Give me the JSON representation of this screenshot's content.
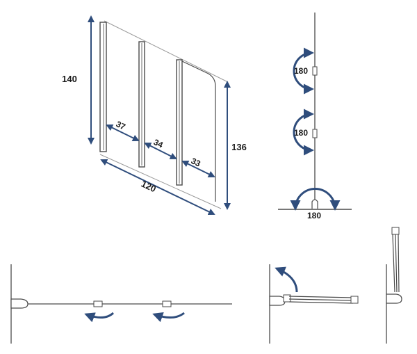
{
  "colors": {
    "dimension": "#2f4d7c",
    "outline": "#4a4a4a",
    "background": "#ffffff"
  },
  "dimensions": {
    "height_left": "140",
    "height_right": "136",
    "width_total": "120",
    "panel_1": "37",
    "panel_2": "34",
    "panel_3": "33"
  },
  "rotation": {
    "hinge_top": "180",
    "hinge_middle": "180",
    "wall_hinge": "180"
  },
  "arrows": {
    "icon_rotate": "curved-arrow-icon",
    "icon_dimension": "double-arrow-icon"
  }
}
